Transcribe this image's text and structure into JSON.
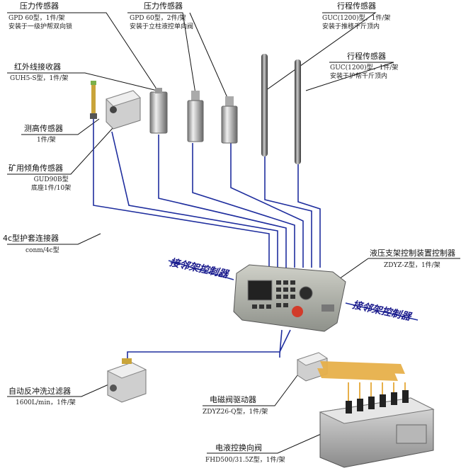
{
  "labels": {
    "pressure1": {
      "title": "压力传感器",
      "model": "GPD 60型，1件/架",
      "note": "安装于一级护帮双向锁"
    },
    "pressure2": {
      "title": "压力传感器",
      "model": "GPD 60型，2件/架",
      "note": "安装于立柱液控单向阀"
    },
    "travel1": {
      "title": "行程传感器",
      "model": "GUC(1200)型，1件/架",
      "note": "安装于推移千斤顶内"
    },
    "travel2": {
      "title": "行程传感器",
      "model": "GUC(1200)型，1件/架",
      "note": "安装于护帮千斤顶内"
    },
    "infrared": {
      "title": "红外线接收器",
      "model": "GUH5-S型，1件/架"
    },
    "height": {
      "title": "测高传感器",
      "model": "1件/架"
    },
    "tilt": {
      "title": "矿用倾角传感器",
      "model": "GUD90B型",
      "note": "底座1件/10架"
    },
    "connector": {
      "title": "4c型护套连接器",
      "model": "conm/4c型"
    },
    "controller": {
      "title": "液压支架控制装置控制器",
      "model": "ZDYZ-Z型，1件/架"
    },
    "neighborLeft": "接邻架控制器",
    "neighborRight": "接邻架控制器",
    "filter": {
      "title": "自动反冲洗过滤器",
      "model": "1600L/min，1件/架"
    },
    "valveDriver": {
      "title": "电磁阀驱动器",
      "model": "ZDYZ26-Q型，1件/架"
    },
    "reversingValve": {
      "title": "电液控换向阀",
      "model": "FHD500/31.5Z型，1件/架"
    }
  }
}
